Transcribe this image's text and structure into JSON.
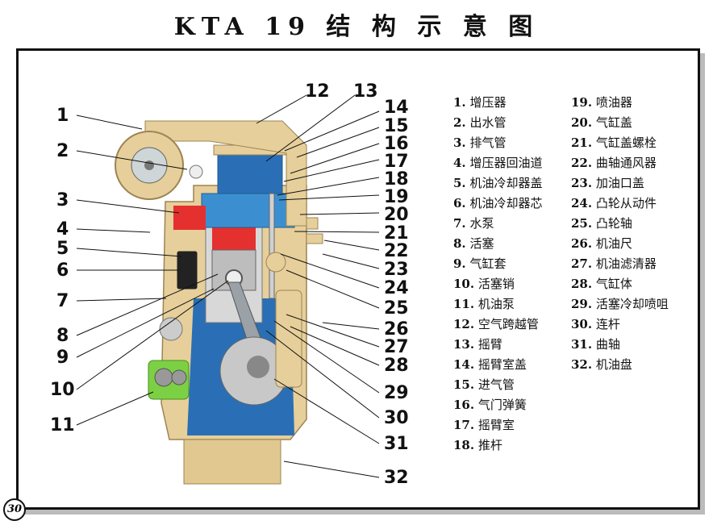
{
  "title": "KTA 19  结 构 示 意 图",
  "page_number": "30",
  "legend": [
    {
      "num": "1.",
      "label": "增压器"
    },
    {
      "num": "2.",
      "label": "出水管"
    },
    {
      "num": "3.",
      "label": "排气管"
    },
    {
      "num": "4.",
      "label": "增压器回油道"
    },
    {
      "num": "5.",
      "label": "机油冷却器盖"
    },
    {
      "num": "6.",
      "label": "机油冷却器芯"
    },
    {
      "num": "7.",
      "label": "水泵"
    },
    {
      "num": "8.",
      "label": "活塞"
    },
    {
      "num": "9.",
      "label": "气缸套"
    },
    {
      "num": "10.",
      "label": "活塞销"
    },
    {
      "num": "11.",
      "label": "机油泵"
    },
    {
      "num": "12.",
      "label": "空气跨越管"
    },
    {
      "num": "13.",
      "label": "摇臂"
    },
    {
      "num": "14.",
      "label": "摇臂室盖"
    },
    {
      "num": "15.",
      "label": "进气管"
    },
    {
      "num": "16.",
      "label": "气门弹簧"
    },
    {
      "num": "17.",
      "label": "摇臂室"
    },
    {
      "num": "18.",
      "label": "推杆"
    },
    {
      "num": "19.",
      "label": "喷油器"
    },
    {
      "num": "20.",
      "label": "气缸盖"
    },
    {
      "num": "21.",
      "label": "气缸盖螺栓"
    },
    {
      "num": "22.",
      "label": "曲轴通风器"
    },
    {
      "num": "23.",
      "label": "加油口盖"
    },
    {
      "num": "24.",
      "label": "凸轮从动件"
    },
    {
      "num": "25.",
      "label": "凸轮轴"
    },
    {
      "num": "26.",
      "label": "机油尺"
    },
    {
      "num": "27.",
      "label": "机油滤清器"
    },
    {
      "num": "28.",
      "label": "气缸体"
    },
    {
      "num": "29.",
      "label": "活塞冷却喷咀"
    },
    {
      "num": "30.",
      "label": "连杆"
    },
    {
      "num": "31.",
      "label": "曲轴"
    },
    {
      "num": "32.",
      "label": "机油盘"
    }
  ],
  "callouts": [
    "1",
    "2",
    "3",
    "4",
    "5",
    "6",
    "7",
    "8",
    "9",
    "10",
    "11",
    "12",
    "13",
    "14",
    "15",
    "16",
    "17",
    "18",
    "19",
    "20",
    "21",
    "22",
    "23",
    "24",
    "25",
    "26",
    "27",
    "28",
    "29",
    "30",
    "31",
    "32"
  ],
  "colors": {
    "housing": "#e6cf9a",
    "housing_dark": "#b9a06a",
    "coolant": "#2a6fb5",
    "head_blue": "#3b8fd1",
    "red": "#e53030",
    "green": "#7bd143",
    "steel": "#c8c8c8"
  }
}
